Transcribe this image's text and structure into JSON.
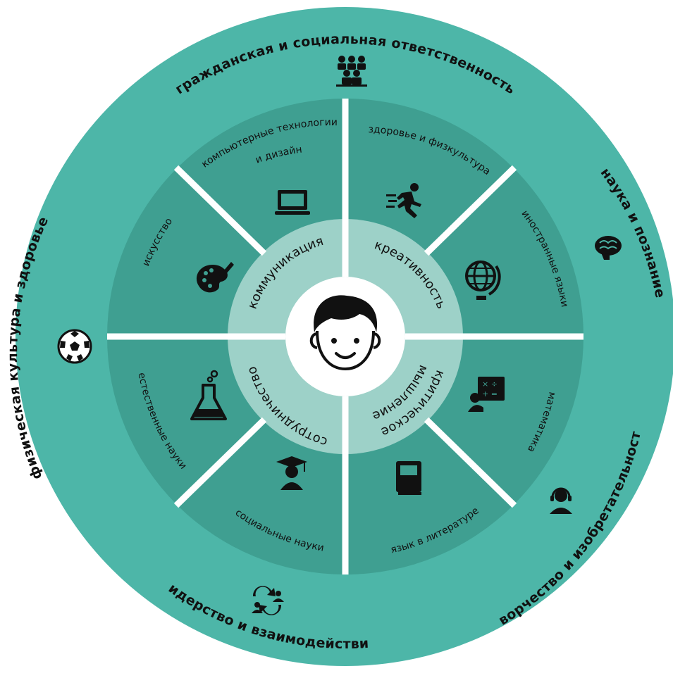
{
  "colors": {
    "outer": "#4db6a8",
    "middle": "#3f9f91",
    "inner": "#9dd1c8",
    "center": "#ffffff",
    "divider": "#ffffff",
    "icon": "#111111"
  },
  "outer_ring": [
    {
      "id": "civic",
      "label": "гражданская и социальная ответственность",
      "icon": "people-group-icon"
    },
    {
      "id": "science",
      "label": "наука и познание",
      "icon": "brain-icon"
    },
    {
      "id": "creativity",
      "label": "творчество и изобретательность",
      "icon": "headset-person-icon"
    },
    {
      "id": "leadership",
      "label": "лидерство и взаимодействие",
      "icon": "team-exchange-icon"
    },
    {
      "id": "physical",
      "label": "физическая культура и здоровье",
      "icon": "soccer-ball-icon"
    }
  ],
  "middle_ring": [
    {
      "id": "computer",
      "label_line1": "компьютерные технологии",
      "label_line2": "и дизайн",
      "icon": "laptop-icon"
    },
    {
      "id": "health",
      "label_line1": "здоровье и физкультура",
      "label_line2": "",
      "icon": "runner-icon"
    },
    {
      "id": "languages",
      "label_line1": "иностранные языки",
      "label_line2": "",
      "icon": "globe-icon"
    },
    {
      "id": "math",
      "label_line1": "математика",
      "label_line2": "",
      "icon": "math-board-icon"
    },
    {
      "id": "literature",
      "label_line1": "язык в литературе",
      "label_line2": "",
      "icon": "book-icon"
    },
    {
      "id": "social",
      "label_line1": "социальные науки",
      "label_line2": "",
      "icon": "graduate-icon"
    },
    {
      "id": "natural",
      "label_line1": "естественные науки",
      "label_line2": "",
      "icon": "flask-icon"
    },
    {
      "id": "art",
      "label_line1": "искусство",
      "label_line2": "",
      "icon": "palette-icon"
    }
  ],
  "inner_ring": [
    {
      "id": "communication",
      "label": "коммуникация"
    },
    {
      "id": "creativity",
      "label": "креативность"
    },
    {
      "id": "critical",
      "label_line1": "критическое",
      "label_line2": "мышление"
    },
    {
      "id": "collaboration",
      "label": "сотрудничество"
    }
  ],
  "center": {
    "icon": "student-face-icon"
  }
}
